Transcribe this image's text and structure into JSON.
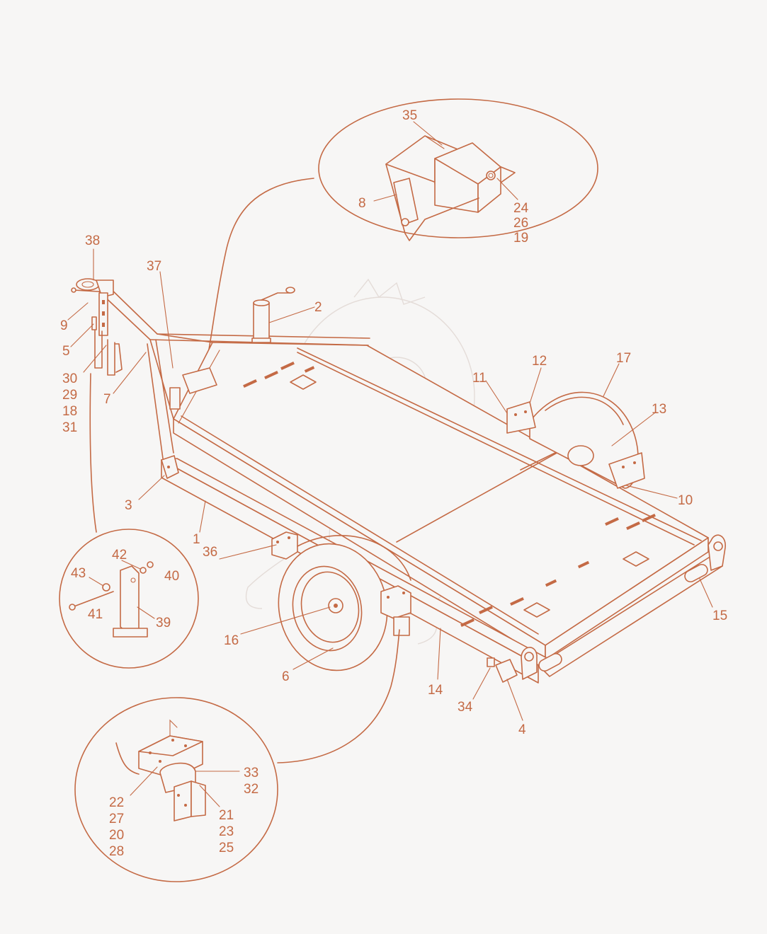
{
  "colors": {
    "line": "#c46a45",
    "background": "#f7f6f5",
    "watermark": "#e4dcd8"
  },
  "callouts": {
    "main": [
      {
        "id": "c1",
        "text": "1"
      },
      {
        "id": "c2",
        "text": "2"
      },
      {
        "id": "c3",
        "text": "3"
      },
      {
        "id": "c4",
        "text": "4"
      },
      {
        "id": "c5",
        "text": "5"
      },
      {
        "id": "c6",
        "text": "6"
      },
      {
        "id": "c7",
        "text": "7"
      },
      {
        "id": "c9",
        "text": "9"
      },
      {
        "id": "c10",
        "text": "10"
      },
      {
        "id": "c11",
        "text": "11"
      },
      {
        "id": "c12",
        "text": "12"
      },
      {
        "id": "c13",
        "text": "13"
      },
      {
        "id": "c14",
        "text": "14"
      },
      {
        "id": "c15",
        "text": "15"
      },
      {
        "id": "c16",
        "text": "16"
      },
      {
        "id": "c17",
        "text": "17"
      },
      {
        "id": "c34",
        "text": "34"
      },
      {
        "id": "c36",
        "text": "36"
      },
      {
        "id": "c37",
        "text": "37"
      },
      {
        "id": "c38",
        "text": "38"
      }
    ],
    "hitch_group": [
      "30",
      "29",
      "18",
      "31"
    ],
    "detail_top": {
      "c35": "35",
      "c8": "8",
      "group": [
        "24",
        "26",
        "19"
      ]
    },
    "detail_left": {
      "c42": "42",
      "c40": "40",
      "c43": "43",
      "c41": "41",
      "c39": "39"
    },
    "detail_bottom": {
      "group_left": [
        "22",
        "27",
        "20",
        "28"
      ],
      "group_right_top": [
        "33",
        "32"
      ],
      "group_right_bottom": [
        "21",
        "23",
        "25"
      ]
    }
  }
}
